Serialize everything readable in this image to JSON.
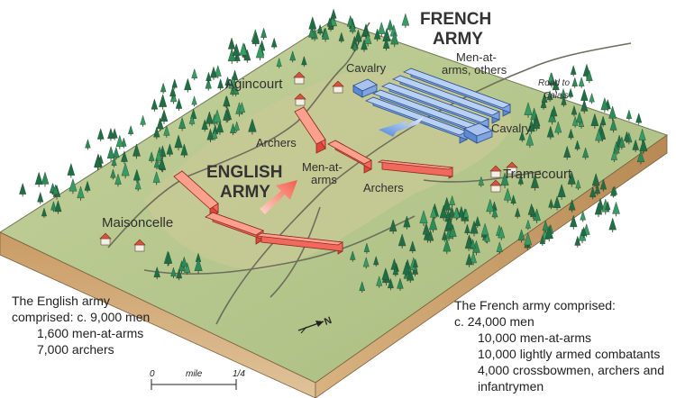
{
  "armies": {
    "french": {
      "line1": "FRENCH",
      "line2": "ARMY"
    },
    "english": {
      "line1": "ENGLISH",
      "line2": "ARMY"
    }
  },
  "places": {
    "agincourt": "Agincourt",
    "tramecourt": "Tramecourt",
    "maisoncelle": "Maisoncelle",
    "road_line1": "Road to",
    "road_line2": "Calais"
  },
  "units": {
    "cavalry_left": "Cavalry",
    "cavalry_right": "Cavalry",
    "men_at_arms_others_line1": "Men-at-",
    "men_at_arms_others_line2": "arms, others",
    "archers_left": "Archers",
    "archers_right": "Archers",
    "english_men_at_arms_line1": "Men-at-",
    "english_men_at_arms_line2": "arms"
  },
  "english_summary": {
    "line1": "The English army",
    "line2": "comprised: c. 9,000 men",
    "line3": "1,600 men-at-arms",
    "line4": "7,000 archers"
  },
  "french_summary": {
    "line1": "The French army comprised:",
    "line2": "c. 24,000 men",
    "line3": "10,000 men-at-arms",
    "line4": "10,000 lightly armed combatants",
    "line5": "4,000 crossbowmen, archers and",
    "line6": "infantrymen"
  },
  "scale_bar": {
    "start": "0",
    "unit": "mile",
    "end": "1/4"
  },
  "north_arrow": {
    "label": "N"
  },
  "colors": {
    "english": "#f26b5b",
    "french": "#7ea6df",
    "terrain": "#b8c690",
    "field": "#c9cfa6",
    "forest": "#2e7d4f",
    "cliff": "#caa77a"
  }
}
